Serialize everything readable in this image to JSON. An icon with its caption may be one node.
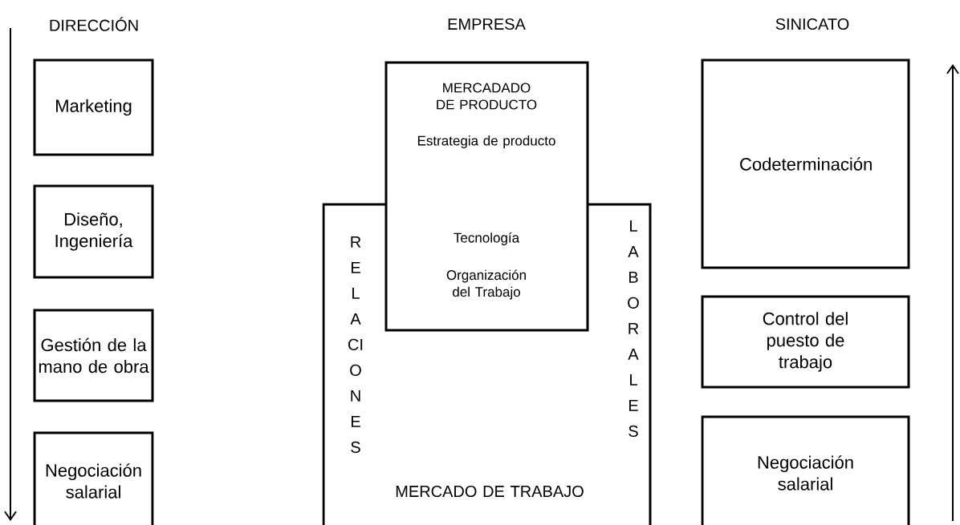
{
  "diagram": {
    "nodes": [
      {
        "text": [
          "Marketing"
        ]
      },
      {
        "text": [
          "Diseño, Ingeniería"
        ]
      },
      {
        "text": [
          "Gestión de la mano de obra"
        ]
      },
      {
        "text": [
          "Negociación salarial"
        ]
      },
      {
        "text": [
          "MERCADADO DE PRODUCTO",
          "Estrategia de producto",
          "Tecnología",
          "Organización del Trabajo"
        ]
      },
      {
        "text": [
          "RELACIONES",
          "LABORALES",
          "MERCADO DE TRABAJO"
        ]
      },
      {
        "text": [
          "Codeterminación"
        ]
      },
      {
        "text": [
          "Control del puesto de trabajo"
        ]
      },
      {
        "text": [
          "Negociación salarial"
        ]
      }
    ],
    "labels": [
      "DIRECCIÓN",
      "EMPRESA",
      "SINICATO"
    ]
  }
}
